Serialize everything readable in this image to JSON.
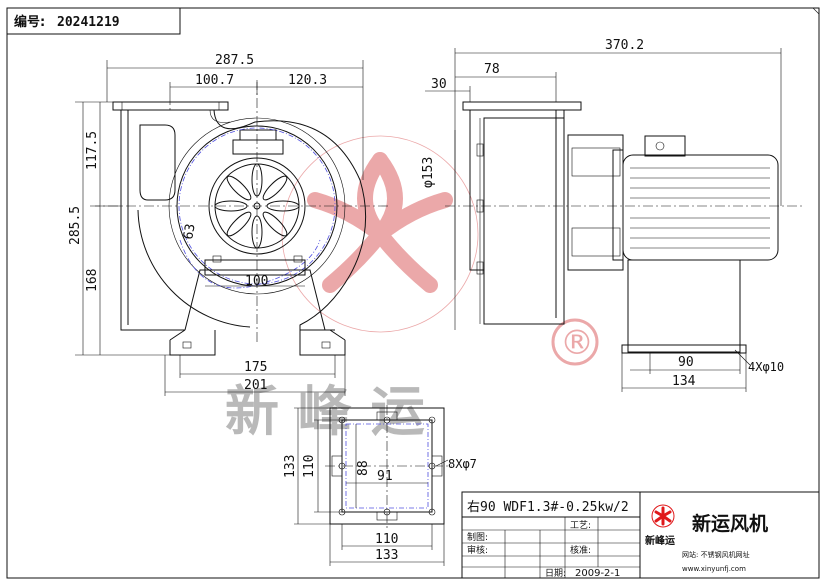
{
  "header": {
    "serial_label": "编号:",
    "serial_number": "20241219"
  },
  "watermark": {
    "brand": "新 峰 运",
    "registered": "®"
  },
  "dimensions": {
    "front": {
      "total_width": "287.5",
      "left_offset": "100.7",
      "right_offset": "120.3",
      "total_height": "285.5",
      "upper_height": "117.5",
      "lower_height": "168",
      "outlet_width": "100",
      "radius_label": "63",
      "foot_inner": "175",
      "foot_outer": "201"
    },
    "side": {
      "overall_length": "370.2",
      "inlet_depth": "78",
      "flange": "30",
      "inlet_diameter": "φ153",
      "base_inner": "90",
      "base_outer": "134",
      "base_holes": "4Xφ10"
    },
    "flange_view": {
      "outer_height": "133",
      "inner_height": "110",
      "opening_height": "88",
      "opening_width": "91",
      "holes": "8Xφ7",
      "inner_width": "110",
      "outer_width": "133"
    }
  },
  "title_block": {
    "model": "右90  WDF1.3#-0.25kw/2",
    "process_label": "工艺:",
    "drawn_label": "制图:",
    "check_label": "审核:",
    "approve_label": "核准:",
    "date_label": "日期:",
    "date_value": "2009-2-1",
    "company": "新运风机",
    "logo_text": "新峰运",
    "website_label": "网站: 不锈钢风机网址",
    "website_url": "www.xinyunfj.com"
  },
  "colors": {
    "watermark_red": "#e0191b",
    "watermark_gray": "#b9b9b9",
    "hidden_line": "#5050e0"
  }
}
